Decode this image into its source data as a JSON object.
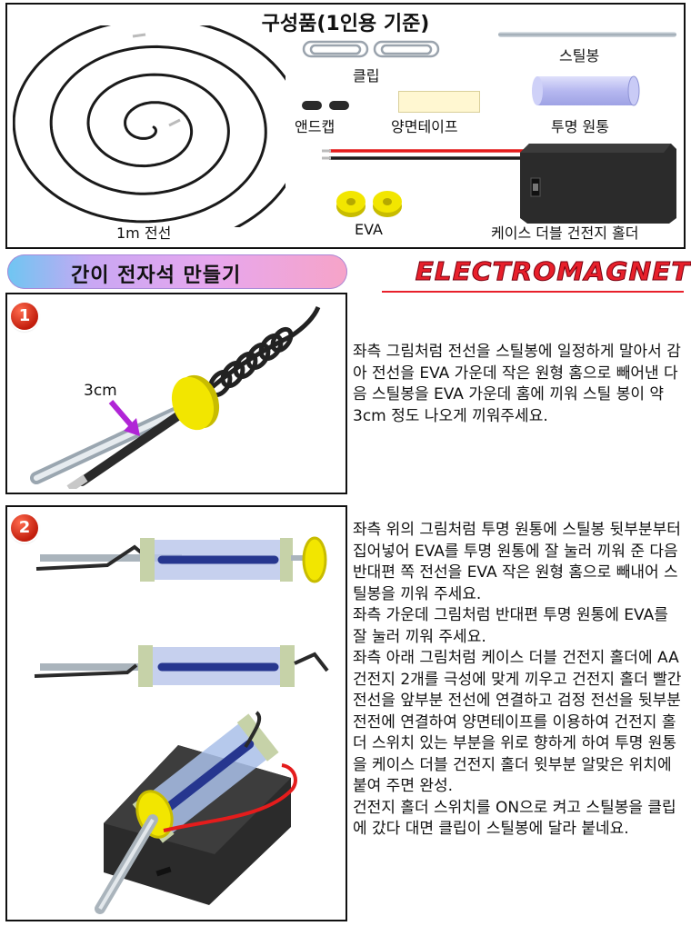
{
  "parts": {
    "title": "구성품(1인용 기준)",
    "wire_label": "1m 전선",
    "clip_label": "클립",
    "steelrod_label": "스틸봉",
    "endcap_label": "앤드캡",
    "tape_label": "양면테이프",
    "tube_label": "투명 원통",
    "eva_label": "EVA",
    "holder_label": "케이스 더블 건전지 홀더"
  },
  "banner": {
    "title": "간이 전자석 만들기",
    "english_title": "ELECTROMAGNET"
  },
  "steps": [
    {
      "number": "1",
      "measure_label": "3cm",
      "text": "좌측 그림처럼 전선을 스틸봉에 일정하게 말아서 감아 전선을 EVA 가운데 작은 원형 홈으로 빼어낸 다음 스틸봉을 EVA 가운데 홈에 끼워 스틸 봉이 약 3cm 정도 나오게 끼워주세요."
    },
    {
      "number": "2",
      "paragraphs": [
        "좌측 위의 그림처럼 투명 원통에 스틸봉 뒷부분부터 집어넣어 EVA를 투명 원통에 잘 눌러 끼워 준 다음 반대편 쪽 전선을 EVA 작은 원형 홈으로 빼내어 스틸봉을 끼워 주세요.",
        "좌측 가운데 그림처럼 반대편 투명 원통에 EVA를 잘 눌러 끼워 주세요.",
        "좌측 아래 그림처럼 케이스 더블 건전지 홀더에 AA 건전지 2개를 극성에 맞게 끼우고 건전지 홀더 빨간 전선을 앞부분 전선에 연결하고 검정 전선을 뒷부분 전전에 연결하여 양면테이프를 이용하여 건전지 홀더 스위치 있는 부분을 위로 향하게 하여 투명 원통을 케이스 더블 건전지 홀더 윗부분 알맞은 위치에 붙여 주면 완성.",
        "건전지 홀더 스위치를 ON으로 켜고 스틸봉을 클립에 갔다 대면 클립이 스틸봉에 달라 붙네요."
      ]
    }
  ],
  "colors": {
    "eva_yellow": "#f2e600",
    "coil_blue": "#26368f",
    "wire_red": "#e41c1c",
    "holder_black": "#2b2b2b",
    "title_red": "#e8202b"
  }
}
